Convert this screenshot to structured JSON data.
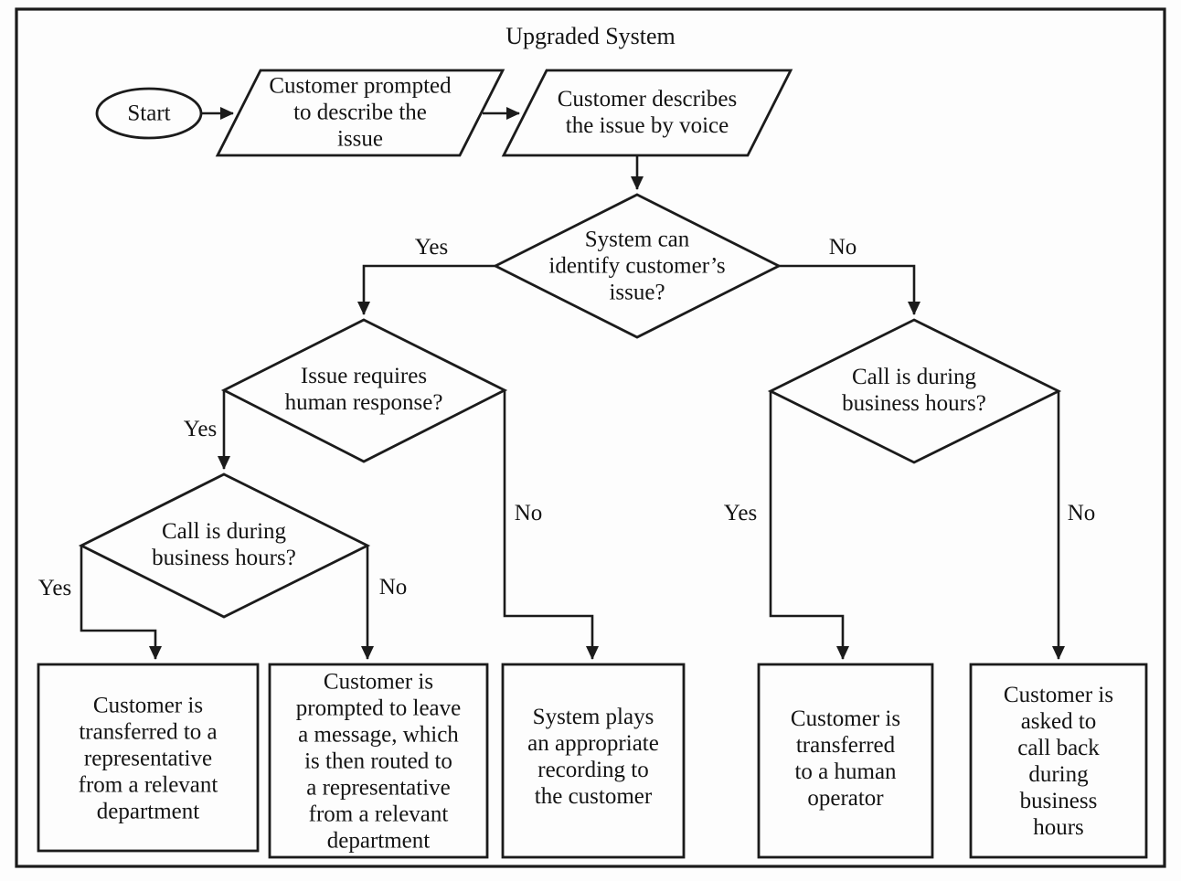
{
  "diagram": {
    "title": "Upgraded System",
    "colors": {
      "line": "#1b1b1b",
      "shape_fill": "#fdfdfd",
      "text": "#141414",
      "background": "#fdfdfd"
    }
  },
  "nodes": {
    "start": {
      "type": "terminator",
      "label": "Start"
    },
    "prompt_issue": {
      "type": "input-output",
      "label": "Customer prompted\nto describe the\nissue"
    },
    "describe_voice": {
      "type": "input-output",
      "label": "Customer describes\nthe issue by voice"
    },
    "identify_issue": {
      "type": "decision",
      "label": "System can\nidentify customer’s\nissue?"
    },
    "human_response": {
      "type": "decision",
      "label": "Issue requires\nhuman response?"
    },
    "business_hours_left": {
      "type": "decision",
      "label": "Call is during\nbusiness hours?"
    },
    "business_hours_right": {
      "type": "decision",
      "label": "Call is during\nbusiness hours?"
    },
    "transfer_representative": {
      "type": "process",
      "label": "Customer is\ntransferred to a\nrepresentative\nfrom a relevant\ndepartment"
    },
    "leave_message": {
      "type": "process",
      "label": "Customer is\nprompted to leave\na message, which\nis then routed to\na representative\nfrom a relevant\ndepartment"
    },
    "play_recording": {
      "type": "process",
      "label": "System plays\nan appropriate\nrecording to\nthe customer"
    },
    "transfer_operator": {
      "type": "process",
      "label": "Customer is\ntransferred\nto a human\noperator"
    },
    "call_back": {
      "type": "process",
      "label": "Customer is\nasked to\ncall back\nduring\nbusiness\nhours"
    }
  },
  "edge_labels": {
    "identify_yes": "Yes",
    "identify_no": "No",
    "human_yes": "Yes",
    "human_no": "No",
    "hours_left_yes": "Yes",
    "hours_left_no": "No",
    "hours_right_yes": "Yes",
    "hours_right_no": "No"
  }
}
